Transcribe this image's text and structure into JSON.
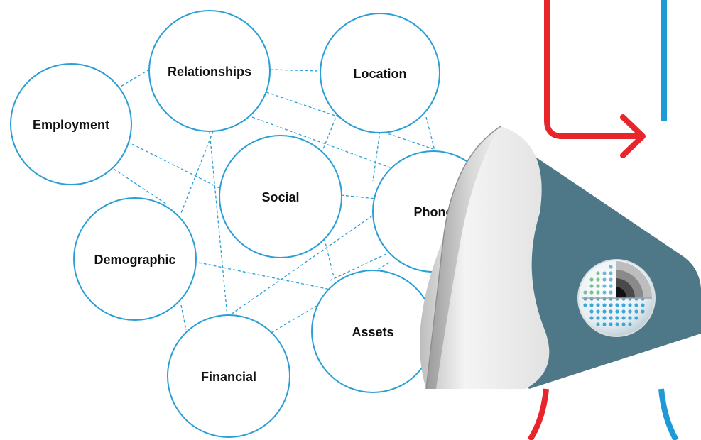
{
  "nodes": [
    {
      "id": "relationships",
      "label": "Relationships"
    },
    {
      "id": "location",
      "label": "Location"
    },
    {
      "id": "employment",
      "label": "Employment"
    },
    {
      "id": "social",
      "label": "Social"
    },
    {
      "id": "phone",
      "label": "Phone"
    },
    {
      "id": "demographic",
      "label": "Demographic"
    },
    {
      "id": "assets",
      "label": "Assets"
    },
    {
      "id": "financial",
      "label": "Financial"
    }
  ],
  "colors": {
    "node_stroke": "#2a9fd6",
    "connector": "#2a9fd6",
    "flow_red": "#e8252a",
    "flow_blue": "#1e9ad6",
    "funnel_body": "#4e7787",
    "funnel_lip": "#e9e9e9"
  },
  "icons": {
    "core_sphere": "layered-sphere-icon"
  }
}
